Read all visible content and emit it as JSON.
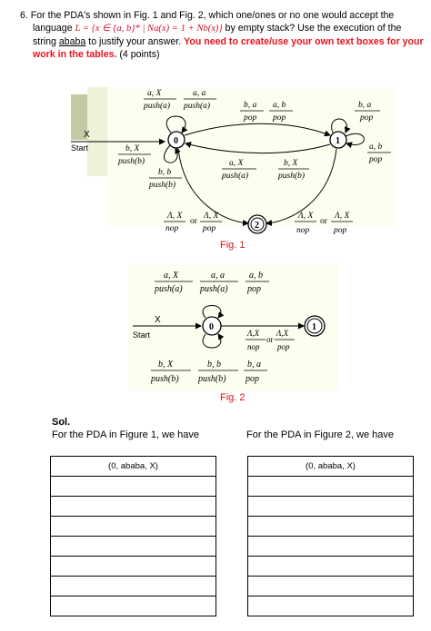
{
  "question": {
    "number": "6.",
    "line1": "For the PDA's shown in Fig. 1 and Fig. 2, which one/ones or no one would accept the",
    "line2_a": "language ",
    "language_expr": "L = {x ∈ {a, b}* | Na(x) = 1 + Nb(x)}",
    "line2_b": " by empty stack? Use the execution of the",
    "line3_a": "string ",
    "string": "ababa",
    "line3_b": " to justify your answer. ",
    "line3_red": "You need to create/use your own text boxes for your",
    "line4_red": "work in the tables.",
    "points": " (4 points)"
  },
  "fig1": {
    "caption": "Fig. 1",
    "start": "Start",
    "x_mark": "X",
    "states": [
      "0",
      "1",
      "2"
    ],
    "labels": {
      "q0_loop_top_1": [
        "a, X",
        "push(a)"
      ],
      "q0_loop_top_2": [
        "a, a",
        "push(a)"
      ],
      "q0_loop_left_1": [
        "b, X",
        "push(b)"
      ],
      "q0_loop_left_2": [
        "b, b",
        "push(b)"
      ],
      "edge_0_1_1": [
        "b, a",
        "pop"
      ],
      "edge_0_1_2": [
        "a, b",
        "pop"
      ],
      "q1_loop_top": [
        "b, a",
        "pop"
      ],
      "q1_loop_right": [
        "a, b",
        "pop"
      ],
      "edge_1_0_1": [
        "a, X",
        "push(a)"
      ],
      "edge_1_0_2": [
        "b, X",
        "push(b)"
      ],
      "edge_0_2_1": [
        "Λ, X",
        "nop"
      ],
      "edge_0_2_2": [
        "Λ, X",
        "pop"
      ],
      "edge_1_2_1": [
        "Λ, X",
        "nop"
      ],
      "edge_1_2_2": [
        "Λ, X",
        "pop"
      ],
      "or": "or"
    }
  },
  "fig2": {
    "caption": "Fig. 2",
    "start": "Start",
    "x_mark": "X",
    "states": [
      "0",
      "1"
    ],
    "labels": {
      "top_1": [
        "a, X",
        "push(a)"
      ],
      "top_2": [
        "a, a",
        "push(a)"
      ],
      "top_3": [
        "a, b",
        "pop"
      ],
      "bottom_1": [
        "b, X",
        "push(b)"
      ],
      "bottom_2": [
        "b, b",
        "push(b)"
      ],
      "bottom_3": [
        "b, a",
        "pop"
      ],
      "edge_1": [
        "Λ,X",
        "nop"
      ],
      "edge_2": [
        "Λ,X",
        "pop"
      ],
      "or": "or"
    }
  },
  "solution": {
    "heading": "Sol.",
    "left_title": "For the PDA in Figure 1, we have",
    "right_title": "For the PDA in Figure 2, we have",
    "left_first_cell": "(0, ababa, X)",
    "right_first_cell": "(0, ababa, X)"
  }
}
